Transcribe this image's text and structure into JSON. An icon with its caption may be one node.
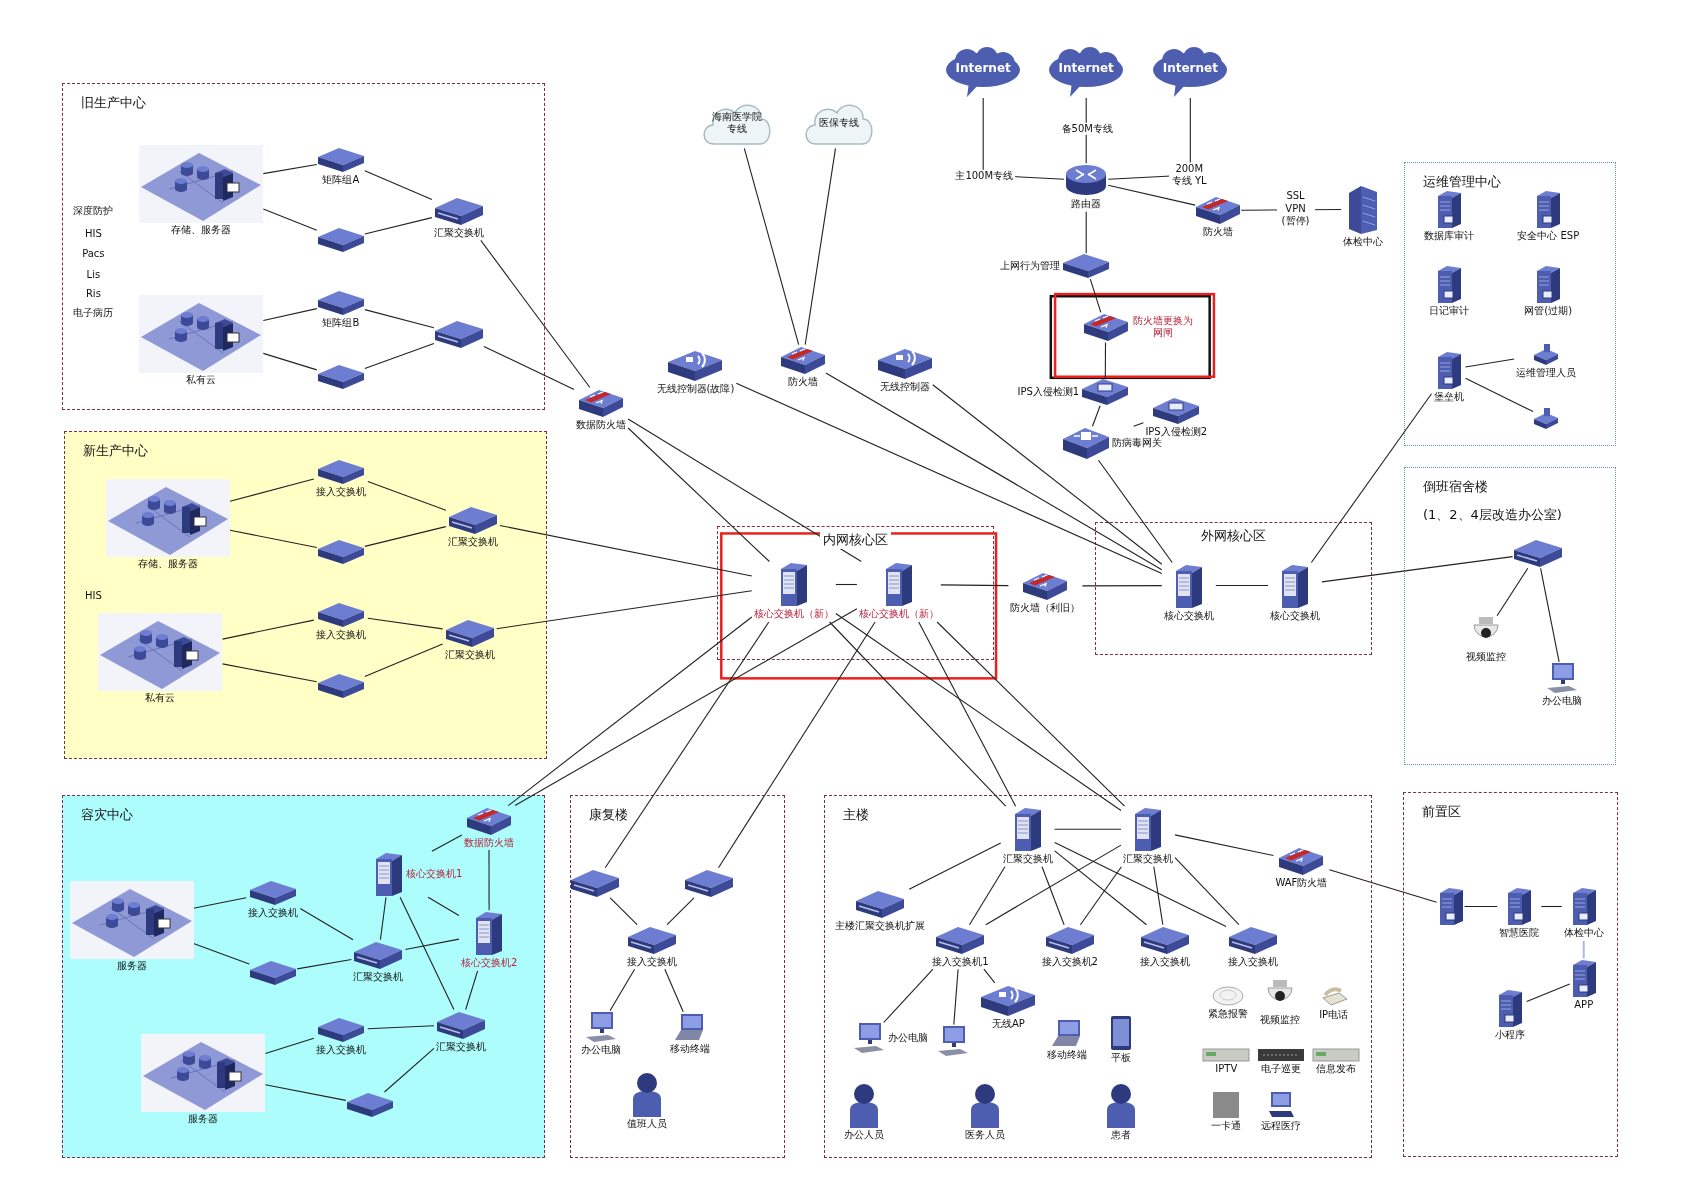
{
  "diagram": {
    "nodes": [
      {
        "text": [
          "旧生产中心"
        ]
      },
      {
        "text": [
          "新生产中心"
        ]
      },
      {
        "text": [
          "容灾中心"
        ]
      },
      {
        "text": [
          "康复楼"
        ]
      },
      {
        "text": [
          "主楼"
        ]
      },
      {
        "text": [
          "前置区"
        ]
      },
      {
        "text": [
          "运维管理中心"
        ]
      },
      {
        "text": [
          "倒班宿舍楼",
          "(1、2、4层改造办公室)"
        ]
      },
      {
        "text": [
          "内网核心区"
        ]
      },
      {
        "text": [
          "外网核心区"
        ]
      },
      {
        "text": [
          "存储、服务器"
        ],
        "in": 0
      },
      {
        "text": [
          "矩阵组A"
        ],
        "in": 0
      },
      {
        "text": [],
        "shape": "picture",
        "in": 0
      },
      {
        "text": [
          "汇聚交换机"
        ],
        "in": 0
      },
      {
        "text": [
          "私有云"
        ],
        "in": 0
      },
      {
        "text": [
          "矩阵组B"
        ],
        "in": 0
      },
      {
        "text": [],
        "shape": "picture",
        "in": 0
      },
      {
        "text": [],
        "shape": "picture",
        "in": 0
      },
      {
        "text": [
          "数据防火墙"
        ]
      },
      {
        "text": [
          "存储、服务器"
        ],
        "in": 1
      },
      {
        "text": [
          "接入交换机"
        ],
        "in": 1
      },
      {
        "text": [],
        "shape": "picture",
        "in": 1
      },
      {
        "text": [
          "汇聚交换机"
        ],
        "in": 1
      },
      {
        "text": [
          "私有云"
        ],
        "in": 1
      },
      {
        "text": [
          "接入交换机"
        ],
        "in": 1
      },
      {
        "text": [],
        "shape": "picture",
        "in": 1
      },
      {
        "text": [
          "汇聚交换机"
        ],
        "in": 1
      },
      {
        "text": [
          "核心交换机（新）"
        ],
        "in": 8
      },
      {
        "text": [
          "核心交换机（新）"
        ],
        "in": 8
      },
      {
        "text": [
          "防火墙（利旧）"
        ]
      },
      {
        "text": [
          "核心交换机"
        ],
        "in": 9
      },
      {
        "text": [
          "核心交换机"
        ],
        "in": 9
      },
      {
        "text": [
          "海南医学院专线"
        ]
      },
      {
        "text": [
          "医保专线"
        ]
      },
      {
        "text": [
          "防火墙"
        ]
      },
      {
        "text": [
          "无线控制器(故障)"
        ]
      },
      {
        "text": [
          "无线控制器"
        ]
      },
      {
        "text": [
          "Internet"
        ]
      },
      {
        "text": [
          "Internet"
        ]
      },
      {
        "text": [
          "Internet"
        ]
      },
      {
        "text": [
          "路由器"
        ]
      },
      {
        "text": [
          "防火墙"
        ]
      },
      {
        "text": [
          "体检中心"
        ]
      },
      {
        "text": [
          "上网行为管理"
        ]
      },
      {
        "text": [
          "防火墙更换为网闸"
        ]
      },
      {
        "text": [
          "IPS入侵检测1"
        ]
      },
      {
        "text": [
          "防病毒网关"
        ]
      },
      {
        "text": [
          "IPS入侵检测2"
        ]
      },
      {
        "text": [
          "数据库审计"
        ],
        "in": 6
      },
      {
        "text": [
          "安全中心 ESP"
        ],
        "in": 6
      },
      {
        "text": [
          "日记审计"
        ],
        "in": 6
      },
      {
        "text": [
          "网管(过期)"
        ],
        "in": 6
      },
      {
        "text": [
          "堡垒机"
        ],
        "in": 6
      },
      {
        "text": [
          "运维管理人员"
        ],
        "in": 6
      },
      {
        "text": [],
        "shape": "picture",
        "in": 6
      },
      {
        "text": [],
        "shape": "picture",
        "in": 7
      },
      {
        "text": [
          "视频监控"
        ],
        "in": 7
      },
      {
        "text": [
          "办公电脑"
        ],
        "in": 7
      },
      {
        "text": [
          "数据防火墙"
        ],
        "in": 2
      },
      {
        "text": [
          "核心交换机1"
        ],
        "in": 2
      },
      {
        "text": [
          "服务器"
        ],
        "in": 2
      },
      {
        "text": [
          "接入交换机"
        ],
        "in": 2
      },
      {
        "text": [],
        "shape": "picture",
        "in": 2
      },
      {
        "text": [
          "汇聚交换机"
        ],
        "in": 2
      },
      {
        "text": [
          "核心交换机2"
        ],
        "in": 2
      },
      {
        "text": [
          "服务器"
        ],
        "in": 2
      },
      {
        "text": [
          "接入交换机"
        ],
        "in": 2
      },
      {
        "text": [
          "汇聚交换机"
        ],
        "in": 2
      },
      {
        "text": [],
        "shape": "picture",
        "in": 2
      },
      {
        "text": [],
        "shape": "picture",
        "in": 3
      },
      {
        "text": [],
        "shape": "picture",
        "in": 3
      },
      {
        "text": [
          "接入交换机"
        ],
        "in": 3
      },
      {
        "text": [
          "办公电脑"
        ],
        "in": 3
      },
      {
        "text": [
          "移动终端"
        ],
        "in": 3
      },
      {
        "text": [
          "值班人员"
        ],
        "in": 3
      },
      {
        "text": [
          "汇聚交换机"
        ],
        "in": 4
      },
      {
        "text": [
          "汇聚交换机"
        ],
        "in": 4
      },
      {
        "text": [
          "WAF防火墙"
        ],
        "in": 4
      },
      {
        "text": [
          "主楼汇聚交换机扩展"
        ],
        "in": 4
      },
      {
        "text": [
          "接入交换机1"
        ],
        "in": 4
      },
      {
        "text": [
          "接入交换机2"
        ],
        "in": 4
      },
      {
        "text": [
          "接入交换机"
        ],
        "in": 4
      },
      {
        "text": [
          "接入交换机"
        ],
        "in": 4
      },
      {
        "text": [
          "无线AP"
        ],
        "in": 4
      },
      {
        "text": [
          "办公电脑"
        ],
        "in": 4
      },
      {
        "text": [],
        "shape": "picture",
        "in": 4
      },
      {
        "text": [
          "移动终端"
        ],
        "in": 4
      },
      {
        "text": [
          "平板"
        ],
        "in": 4
      },
      {
        "text": [
          "紧急报警"
        ],
        "in": 4
      },
      {
        "text": [
          "视频监控"
        ],
        "in": 4
      },
      {
        "text": [
          "IP电话"
        ],
        "in": 4
      },
      {
        "text": [
          "IPTV"
        ],
        "in": 4
      },
      {
        "text": [
          "电子巡更"
        ],
        "in": 4
      },
      {
        "text": [
          "信息发布"
        ],
        "in": 4
      },
      {
        "text": [
          "一卡通"
        ],
        "in": 4
      },
      {
        "text": [
          "远程医疗"
        ],
        "in": 4
      },
      {
        "text": [
          "办公人员"
        ],
        "in": 4
      },
      {
        "text": [
          "医务人员"
        ],
        "in": 4
      },
      {
        "text": [
          "患者"
        ],
        "in": 4
      },
      {
        "text": [],
        "shape": "picture",
        "in": 5
      },
      {
        "text": [
          "智慧医院"
        ],
        "in": 5
      },
      {
        "text": [
          "体检中心"
        ],
        "in": 5
      },
      {
        "text": [
          "APP"
        ],
        "in": 5
      },
      {
        "text": [
          "小程序"
        ],
        "in": 5
      }
    ],
    "edges": [
      {
        "from": 10,
        "to": 11,
        "arrow": "none"
      },
      {
        "from": 10,
        "to": 12,
        "arrow": "none"
      },
      {
        "from": 11,
        "to": 13,
        "arrow": "none"
      },
      {
        "from": 12,
        "to": 13,
        "arrow": "none"
      },
      {
        "from": 14,
        "to": 15,
        "arrow": "none"
      },
      {
        "from": 14,
        "to": 16,
        "arrow": "none"
      },
      {
        "from": 15,
        "to": 17,
        "arrow": "none"
      },
      {
        "from": 16,
        "to": 17,
        "arrow": "none"
      },
      {
        "from": 13,
        "to": 18,
        "arrow": "none"
      },
      {
        "from": 17,
        "to": 18,
        "arrow": "none"
      },
      {
        "from": 19,
        "to": 20,
        "arrow": "none"
      },
      {
        "from": 19,
        "to": 21,
        "arrow": "none"
      },
      {
        "from": 20,
        "to": 22,
        "arrow": "none"
      },
      {
        "from": 21,
        "to": 22,
        "arrow": "none"
      },
      {
        "from": 23,
        "to": 24,
        "arrow": "none"
      },
      {
        "from": 23,
        "to": 25,
        "arrow": "none"
      },
      {
        "from": 24,
        "to": 26,
        "arrow": "none"
      },
      {
        "from": 25,
        "to": 26,
        "arrow": "none"
      },
      {
        "from": 22,
        "to": 27,
        "arrow": "none"
      },
      {
        "from": 26,
        "to": 27,
        "arrow": "none"
      },
      {
        "from": 18,
        "to": 27,
        "arrow": "none"
      },
      {
        "from": 18,
        "to": 28,
        "arrow": "none"
      },
      {
        "from": 27,
        "to": 28,
        "arrow": "none"
      },
      {
        "from": 28,
        "to": 29,
        "arrow": "none"
      },
      {
        "from": 29,
        "to": 30,
        "arrow": "none"
      },
      {
        "from": 30,
        "to": 31,
        "arrow": "none"
      },
      {
        "from": 32,
        "to": 34,
        "arrow": "none"
      },
      {
        "from": 33,
        "to": 34,
        "arrow": "none"
      },
      {
        "from": 34,
        "to": 30,
        "arrow": "none"
      },
      {
        "from": 35,
        "to": 30,
        "arrow": "none"
      },
      {
        "from": 36,
        "to": 30,
        "arrow": "none"
      },
      {
        "from": 37,
        "to": 40,
        "arrow": "none",
        "label": "主100M专线"
      },
      {
        "from": 38,
        "to": 40,
        "arrow": "none",
        "label": "备50M专线"
      },
      {
        "from": 39,
        "to": 40,
        "arrow": "none",
        "label": "200M专线 YL"
      },
      {
        "from": 40,
        "to": 41,
        "arrow": "none"
      },
      {
        "from": 41,
        "to": 42,
        "arrow": "none",
        "label": "SSL VPN (暂停)"
      },
      {
        "from": 40,
        "to": 43,
        "arrow": "none"
      },
      {
        "from": 43,
        "to": 44,
        "arrow": "none"
      },
      {
        "from": 44,
        "to": 45,
        "arrow": "none"
      },
      {
        "from": 45,
        "to": 46,
        "arrow": "none"
      },
      {
        "from": 46,
        "to": 47,
        "arrow": "none"
      },
      {
        "from": 46,
        "to": 30,
        "arrow": "none"
      },
      {
        "from": 52,
        "to": 53,
        "arrow": "none"
      },
      {
        "from": 52,
        "to": 54,
        "arrow": "none"
      },
      {
        "from": 31,
        "to": 52,
        "arrow": "none"
      },
      {
        "from": 31,
        "to": 55,
        "arrow": "none"
      },
      {
        "from": 55,
        "to": 56,
        "arrow": "none"
      },
      {
        "from": 55,
        "to": 57,
        "arrow": "none"
      },
      {
        "from": 58,
        "to": 59,
        "arrow": "none"
      },
      {
        "from": 58,
        "to": 64,
        "arrow": "none"
      },
      {
        "from": 58,
        "to": 27,
        "arrow": "none"
      },
      {
        "from": 58,
        "to": 28,
        "arrow": "none"
      },
      {
        "from": 59,
        "to": 64,
        "arrow": "none"
      },
      {
        "from": 59,
        "to": 63,
        "arrow": "none"
      },
      {
        "from": 59,
        "to": 67,
        "arrow": "none"
      },
      {
        "from": 64,
        "to": 63,
        "arrow": "none"
      },
      {
        "from": 64,
        "to": 67,
        "arrow": "none"
      },
      {
        "from": 60,
        "to": 61,
        "arrow": "none"
      },
      {
        "from": 60,
        "to": 62,
        "arrow": "none"
      },
      {
        "from": 61,
        "to": 63,
        "arrow": "none"
      },
      {
        "from": 62,
        "to": 63,
        "arrow": "none"
      },
      {
        "from": 65,
        "to": 66,
        "arrow": "none"
      },
      {
        "from": 65,
        "to": 68,
        "arrow": "none"
      },
      {
        "from": 66,
        "to": 67,
        "arrow": "none"
      },
      {
        "from": 68,
        "to": 67,
        "arrow": "none"
      },
      {
        "from": 27,
        "to": 69,
        "arrow": "none"
      },
      {
        "from": 28,
        "to": 70,
        "arrow": "none"
      },
      {
        "from": 69,
        "to": 71,
        "arrow": "none"
      },
      {
        "from": 70,
        "to": 71,
        "arrow": "none"
      },
      {
        "from": 71,
        "to": 72,
        "arrow": "none"
      },
      {
        "from": 71,
        "to": 73,
        "arrow": "none"
      },
      {
        "from": 27,
        "to": 75,
        "arrow": "none"
      },
      {
        "from": 28,
        "to": 75,
        "arrow": "none"
      },
      {
        "from": 27,
        "to": 76,
        "arrow": "none"
      },
      {
        "from": 28,
        "to": 76,
        "arrow": "none"
      },
      {
        "from": 75,
        "to": 76,
        "arrow": "none"
      },
      {
        "from": 76,
        "to": 77,
        "arrow": "none"
      },
      {
        "from": 77,
        "to": 99,
        "arrow": "none"
      },
      {
        "from": 75,
        "to": 78,
        "arrow": "none"
      },
      {
        "from": 75,
        "to": 79,
        "arrow": "none"
      },
      {
        "from": 75,
        "to": 80,
        "arrow": "none"
      },
      {
        "from": 75,
        "to": 81,
        "arrow": "none"
      },
      {
        "from": 75,
        "to": 82,
        "arrow": "none"
      },
      {
        "from": 76,
        "to": 79,
        "arrow": "none"
      },
      {
        "from": 76,
        "to": 80,
        "arrow": "none"
      },
      {
        "from": 76,
        "to": 81,
        "arrow": "none"
      },
      {
        "from": 76,
        "to": 82,
        "arrow": "none"
      },
      {
        "from": 79,
        "to": 84,
        "arrow": "none"
      },
      {
        "from": 79,
        "to": 85,
        "arrow": "none"
      },
      {
        "from": 79,
        "to": 83,
        "arrow": "none"
      },
      {
        "from": 99,
        "to": 100,
        "arrow": "none"
      },
      {
        "from": 100,
        "to": 101,
        "arrow": "none"
      },
      {
        "from": 101,
        "to": 102,
        "arrow": "none",
        "color": "#a9b8e8"
      },
      {
        "from": 102,
        "to": 103,
        "arrow": "none"
      }
    ],
    "labels": [
      "深度防护",
      "HIS",
      "Pacs",
      "Lis",
      "Ris",
      "电子病历",
      "HIS"
    ]
  }
}
